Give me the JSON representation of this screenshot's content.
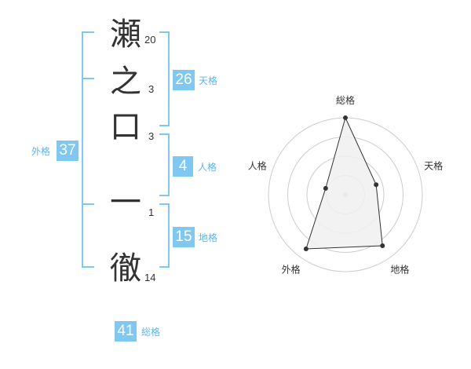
{
  "name": {
    "characters": [
      {
        "char": "瀬",
        "strokes": "20"
      },
      {
        "char": "之",
        "strokes": "3"
      },
      {
        "char": "口",
        "strokes": "3"
      },
      {
        "char": "一",
        "strokes": "1"
      },
      {
        "char": "徹",
        "strokes": "14"
      }
    ]
  },
  "fortune": {
    "tenkaku": {
      "value": "26",
      "label": "天格"
    },
    "jinkaku": {
      "value": "4",
      "label": "人格"
    },
    "chikaku": {
      "value": "15",
      "label": "地格"
    },
    "gaikaku": {
      "value": "37",
      "label": "外格"
    },
    "soukaku": {
      "value": "41",
      "label": "総格"
    }
  },
  "radar": {
    "axes": [
      "総格",
      "天格",
      "地格",
      "外格",
      "人格"
    ],
    "levels": 4,
    "values": [
      1.0,
      0.42,
      0.82,
      0.87,
      0.27
    ],
    "colors": {
      "fill": "#f0f0f0",
      "line": "#333333",
      "grid": "#cccccc",
      "center": "#bbbbbb"
    }
  },
  "colors": {
    "accent": "#7ec8f2",
    "accent_text": "#5bb5ea"
  }
}
